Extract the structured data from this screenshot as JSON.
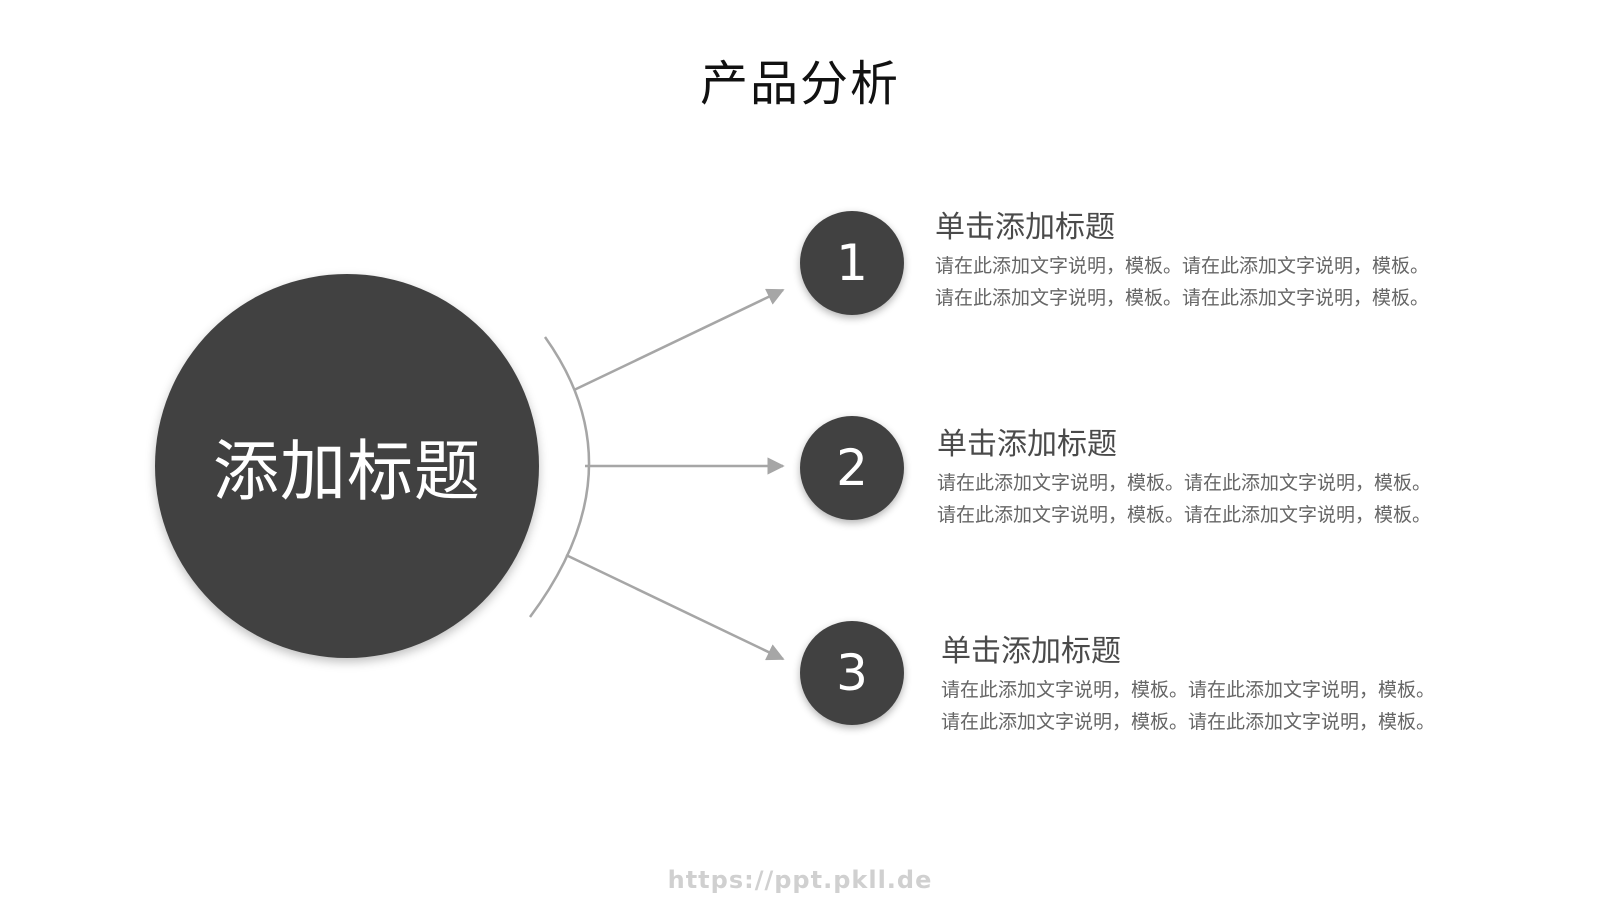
{
  "title": "产品分析",
  "center": {
    "label": "添加标题"
  },
  "items": [
    {
      "number": "1",
      "heading": "单击添加标题",
      "lines": [
        "请在此添加文字说明，模板。请在此添加文字说明，模板。",
        "请在此添加文字说明，模板。请在此添加文字说明，模板。"
      ]
    },
    {
      "number": "2",
      "heading": "单击添加标题",
      "lines": [
        "请在此添加文字说明，模板。请在此添加文字说明，模板。",
        "请在此添加文字说明，模板。请在此添加文字说明，模板。"
      ]
    },
    {
      "number": "3",
      "heading": "单击添加标题",
      "lines": [
        "请在此添加文字说明，模板。请在此添加文字说明，模板。",
        "请在此添加文字说明，模板。请在此添加文字说明，模板。"
      ]
    }
  ],
  "watermark": "https://ppt.pkll.de",
  "colors": {
    "circle_fill": "#414141",
    "connector": "#a6a6a6",
    "heading_text": "#4a4a4a",
    "body_text": "#666666"
  }
}
